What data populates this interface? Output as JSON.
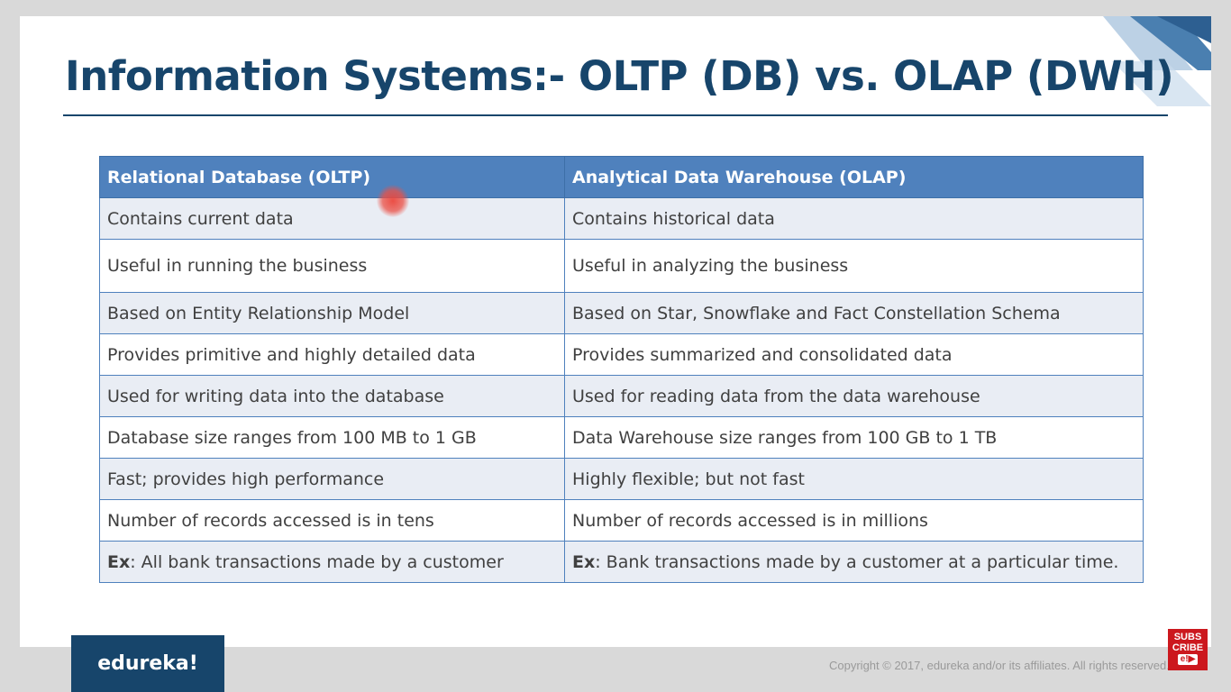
{
  "slide": {
    "title": "Information Systems:- OLTP (DB) vs. OLAP (DWH)"
  },
  "table": {
    "headers": [
      "Relational Database (OLTP)",
      "Analytical Data Warehouse (OLAP)"
    ],
    "rows": [
      [
        "Contains current data",
        "Contains historical data"
      ],
      [
        "Useful in running the business",
        "Useful in analyzing the business"
      ],
      [
        "Based on Entity Relationship Model",
        "Based on Star, Snowflake and Fact Constellation Schema"
      ],
      [
        "Provides primitive and highly detailed data",
        "Provides summarized and consolidated data"
      ],
      [
        "Used for writing data into the database",
        "Used for reading data from the data warehouse"
      ],
      [
        "Database size ranges from 100 MB to 1 GB",
        "Data Warehouse size ranges from 100 GB to 1 TB"
      ],
      [
        "Fast; provides high performance",
        "Highly flexible; but not fast"
      ],
      [
        "Number of records accessed is in tens",
        "Number of records accessed is in millions"
      ]
    ],
    "example_row": {
      "prefix": "Ex",
      "left": ": All bank transactions made by a customer",
      "right": ": Bank transactions made by a customer at a particular time."
    }
  },
  "footer": {
    "logo": "edureka!",
    "copyright": "Copyright © 2017, edureka and/or its affiliates. All rights reserved.",
    "subscribe_line1": "SUBS",
    "subscribe_line2": "CRIBE",
    "subscribe_badge": "e!▶"
  },
  "colors": {
    "title": "#17456b",
    "header_bg": "#4f81bd",
    "row_band": "#e9edf4",
    "logo_bg": "#17456b",
    "subscribe_bg": "#cc181e"
  }
}
